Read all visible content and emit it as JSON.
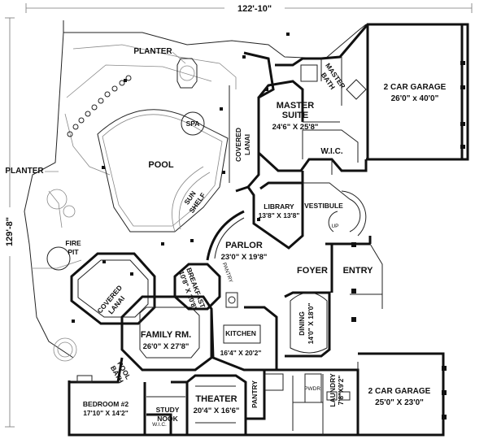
{
  "dimensions": {
    "overall_width": "122'-10\"",
    "overall_depth": "129'-8\""
  },
  "rooms": {
    "garage_top": {
      "name": "2 CAR GARAGE",
      "size": "26'0\" x 40'0\""
    },
    "master_bath": {
      "line1": "MASTER",
      "line2": "BATH"
    },
    "master_suite": {
      "line1": "MASTER",
      "line2": "SUITE",
      "size": "24'6\" X 25'8\""
    },
    "wic_master": {
      "name": "W.I.C."
    },
    "pool": {
      "name": "POOL"
    },
    "spa": {
      "name": "SPA"
    },
    "sun_shelf": {
      "line1": "SUN",
      "line2": "SHELF"
    },
    "covered_lanai_top": {
      "line1": "COVERED",
      "line2": "LANAI"
    },
    "library": {
      "name": "LIBRARY",
      "size": "13'8\" X 13'8\""
    },
    "vestibule": {
      "name": "VESTIBULE"
    },
    "up": {
      "name": "UP"
    },
    "parlor": {
      "name": "PARLOR",
      "size": "23'0\" X 19'8\""
    },
    "foyer": {
      "name": "FOYER"
    },
    "entry": {
      "name": "ENTRY"
    },
    "breakfast": {
      "name": "BREAKFAST",
      "size": "10'8\" X 10'8\""
    },
    "covered_lanai_left": {
      "line1": "COVERED",
      "line2": "LANAI"
    },
    "family": {
      "name": "FAMILY RM.",
      "size": "26'0\" X 27'8\""
    },
    "kitchen": {
      "name": "KITCHEN",
      "size": "16'4\" X 20'2\""
    },
    "dining": {
      "name": "DINING",
      "size": "14'0\" X 18'0\""
    },
    "pool_bath": {
      "line1": "POOL",
      "line2": "BATH"
    },
    "bedroom2": {
      "name": "BEDROOM #2",
      "size": "17'10\" X 14'2\""
    },
    "study_nook": {
      "line1": "STUDY",
      "line2": "NOOK"
    },
    "wic_bed": {
      "name": "W.I.C."
    },
    "theater": {
      "name": "THEATER",
      "size": "20'4\" X 16'6\""
    },
    "pantry": {
      "name": "PANTRY"
    },
    "pwdr": {
      "name": "PWDR."
    },
    "laundry": {
      "name": "LAUNDRY",
      "size": "7'8\"X9'2\""
    },
    "garage_bottom": {
      "name": "2 CAR GARAGE",
      "size": "25'0\" X 23'0\""
    },
    "fire_pit": {
      "line1": "FIRE",
      "line2": "PIT"
    },
    "planter_top": {
      "name": "PLANTER"
    },
    "planter_left": {
      "name": "PLANTER"
    },
    "pantry_small": {
      "name": "PANTRY"
    }
  }
}
